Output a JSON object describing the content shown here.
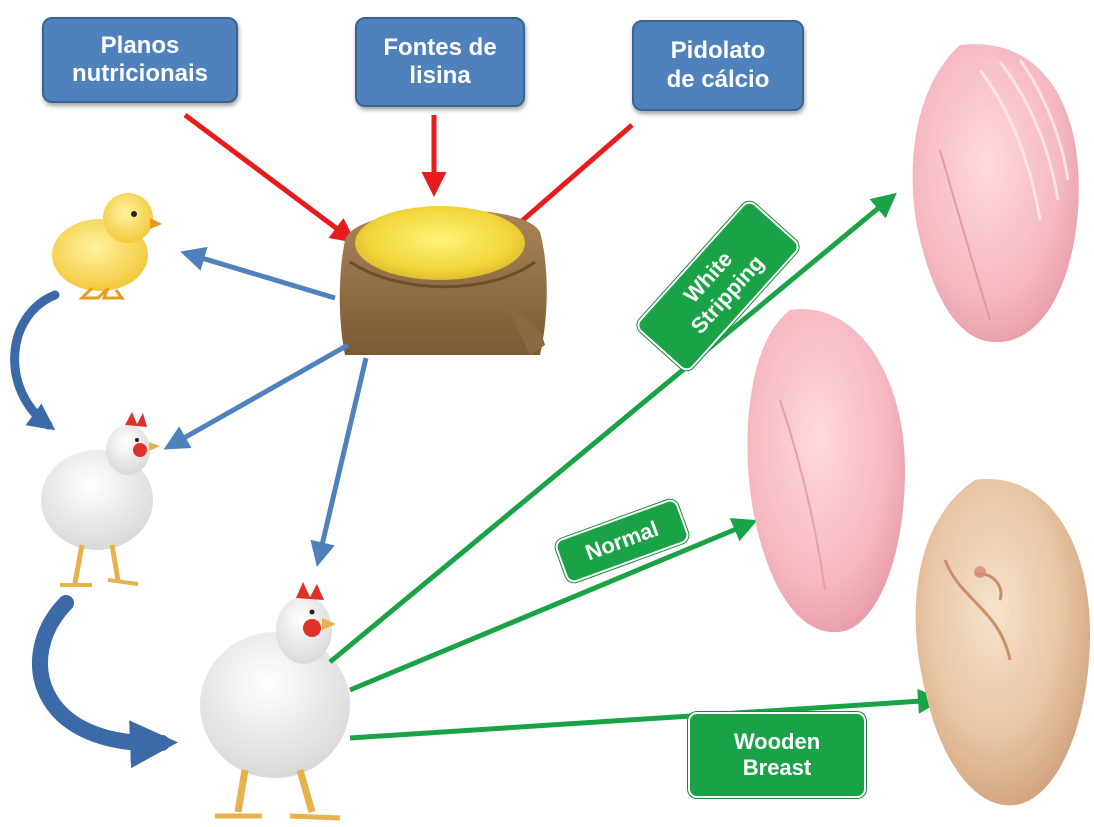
{
  "inputs": [
    {
      "label": "Planos\nnutricionais"
    },
    {
      "label": "Fontes de\nlisina"
    },
    {
      "label": "Pidolato\nde cálcio"
    }
  ],
  "outcomes": [
    {
      "label": "White\nStripping"
    },
    {
      "label": "Normal"
    },
    {
      "label": "Wooden\nBreast"
    }
  ],
  "colors": {
    "input_box": "#4f81bd",
    "input_arrow": "#e81c1c",
    "feed_arrow": "#4f81bd",
    "outcome_box": "#1aa346",
    "outcome_arrow": "#1aa346"
  }
}
